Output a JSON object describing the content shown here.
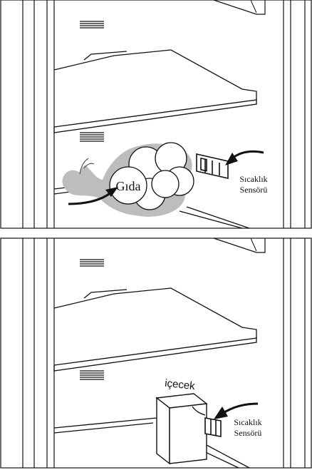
{
  "figure": {
    "panel_top": {
      "food_label": "Gıda",
      "sensor_label_line1": "Sıcaklık",
      "sensor_label_line2": "Sensörü"
    },
    "panel_bottom": {
      "drink_label": "içecek",
      "sensor_label_line1": "Sıcaklık",
      "sensor_label_line2": "Sensörü"
    }
  },
  "colors": {
    "line": "#111111",
    "fill_shadow": "#bdbdbd",
    "background": "#ffffff"
  }
}
